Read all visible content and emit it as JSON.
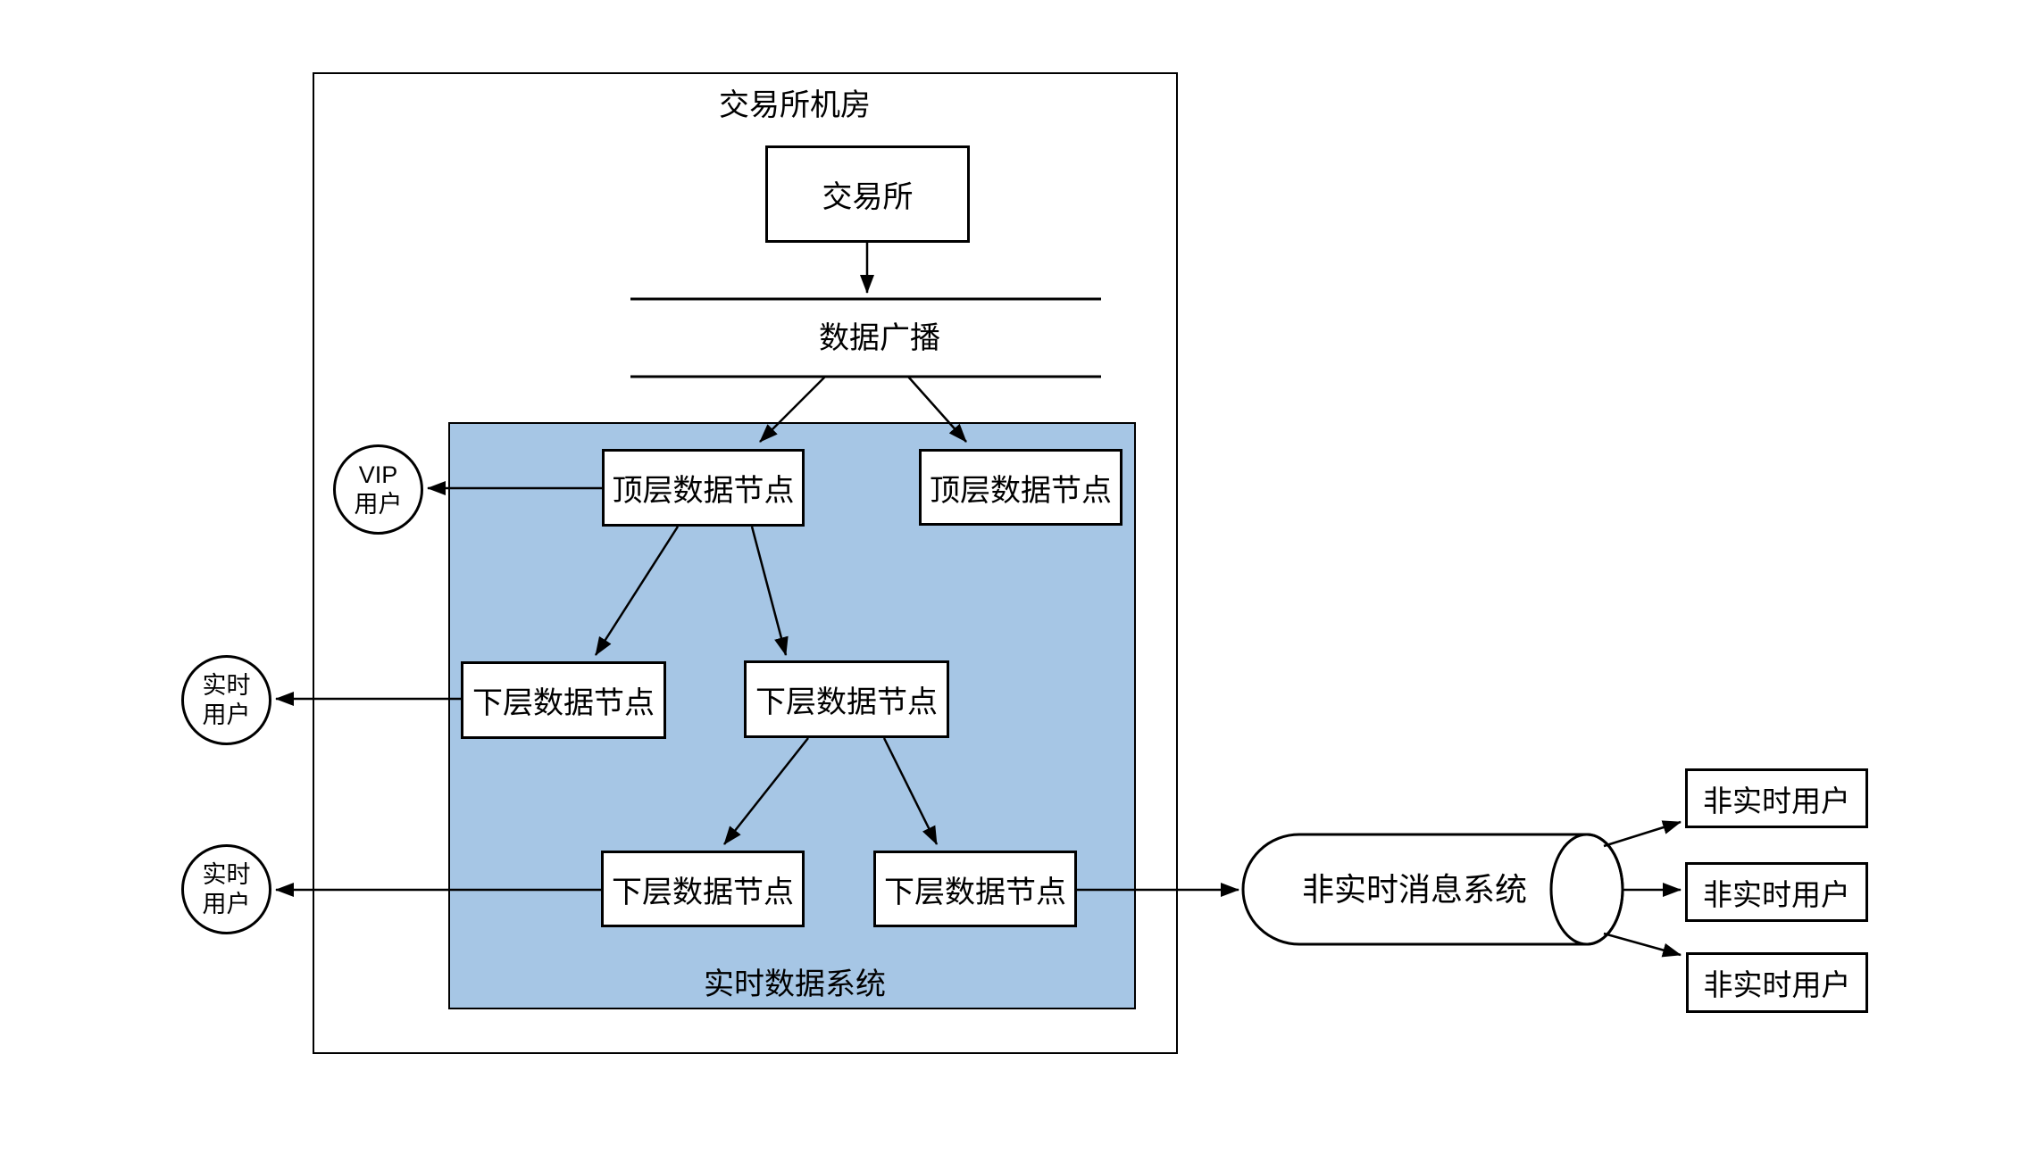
{
  "diagram": {
    "title": "交易所机房",
    "exchange": {
      "label": "交易所"
    },
    "broadcast": {
      "label": "数据广播"
    },
    "realtime_system": {
      "label": "实时数据系统"
    },
    "top_nodes": [
      {
        "label": "顶层数据节点"
      },
      {
        "label": "顶层数据节点"
      }
    ],
    "lower_nodes": [
      {
        "label": "下层数据节点"
      },
      {
        "label": "下层数据节点"
      },
      {
        "label": "下层数据节点"
      },
      {
        "label": "下层数据节点"
      }
    ],
    "vip_user": {
      "line1": "VIP",
      "line2": "用户"
    },
    "realtime_users": [
      {
        "line1": "实时",
        "line2": "用户"
      },
      {
        "line1": "实时",
        "line2": "用户"
      }
    ],
    "message_system": {
      "label": "非实时消息系统"
    },
    "non_realtime_users": [
      {
        "label": "非实时用户"
      },
      {
        "label": "非实时用户"
      },
      {
        "label": "非实时用户"
      }
    ],
    "colors": {
      "realtime_system_fill": "#A6C6E5",
      "stroke": "#000000",
      "node_fill": "#FFFFFF",
      "canvas": "#FFFFFF"
    }
  }
}
